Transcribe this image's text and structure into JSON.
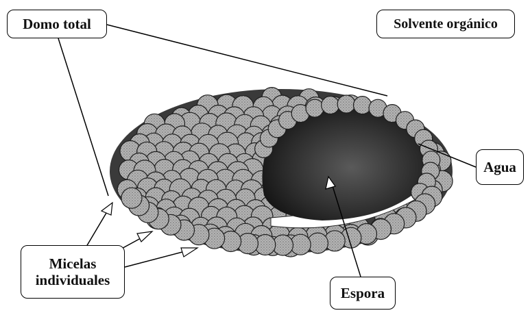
{
  "labels": {
    "domo_total": "Domo total",
    "solvente": "Solvente orgánico",
    "agua": "Agua",
    "micelas_line1": "Micelas",
    "micelas_line2": "individuales",
    "espora": "Espora"
  },
  "colors": {
    "micelle_fill": "#a8a8a8",
    "micelle_stroke": "#2a2a2a",
    "spore_dark": "#262626",
    "water_film": "#ffffff"
  }
}
